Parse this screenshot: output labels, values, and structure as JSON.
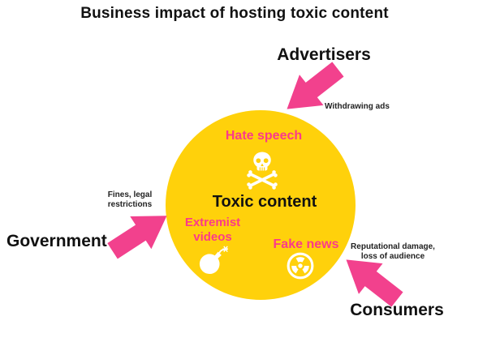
{
  "title": "Business impact of hosting toxic content",
  "colors": {
    "circle_yellow": "#FFD10B",
    "arrow_pink": "#F2418D",
    "label_pink": "#FB3A8A",
    "text_black": "#111111"
  },
  "circle": {
    "label": "Toxic content",
    "items": [
      {
        "label": "Hate speech",
        "icon": "skull-crossbones-icon"
      },
      {
        "label": "Extremist videos",
        "icon": "bomb-icon"
      },
      {
        "label": "Fake news",
        "icon": "radiation-icon"
      }
    ]
  },
  "actors": [
    {
      "name": "Advertisers",
      "impact": "Withdrawing ads"
    },
    {
      "name": "Government",
      "impact": "Fines, legal restrictions"
    },
    {
      "name": "Consumers",
      "impact": "Reputational damage, loss of audience"
    }
  ]
}
